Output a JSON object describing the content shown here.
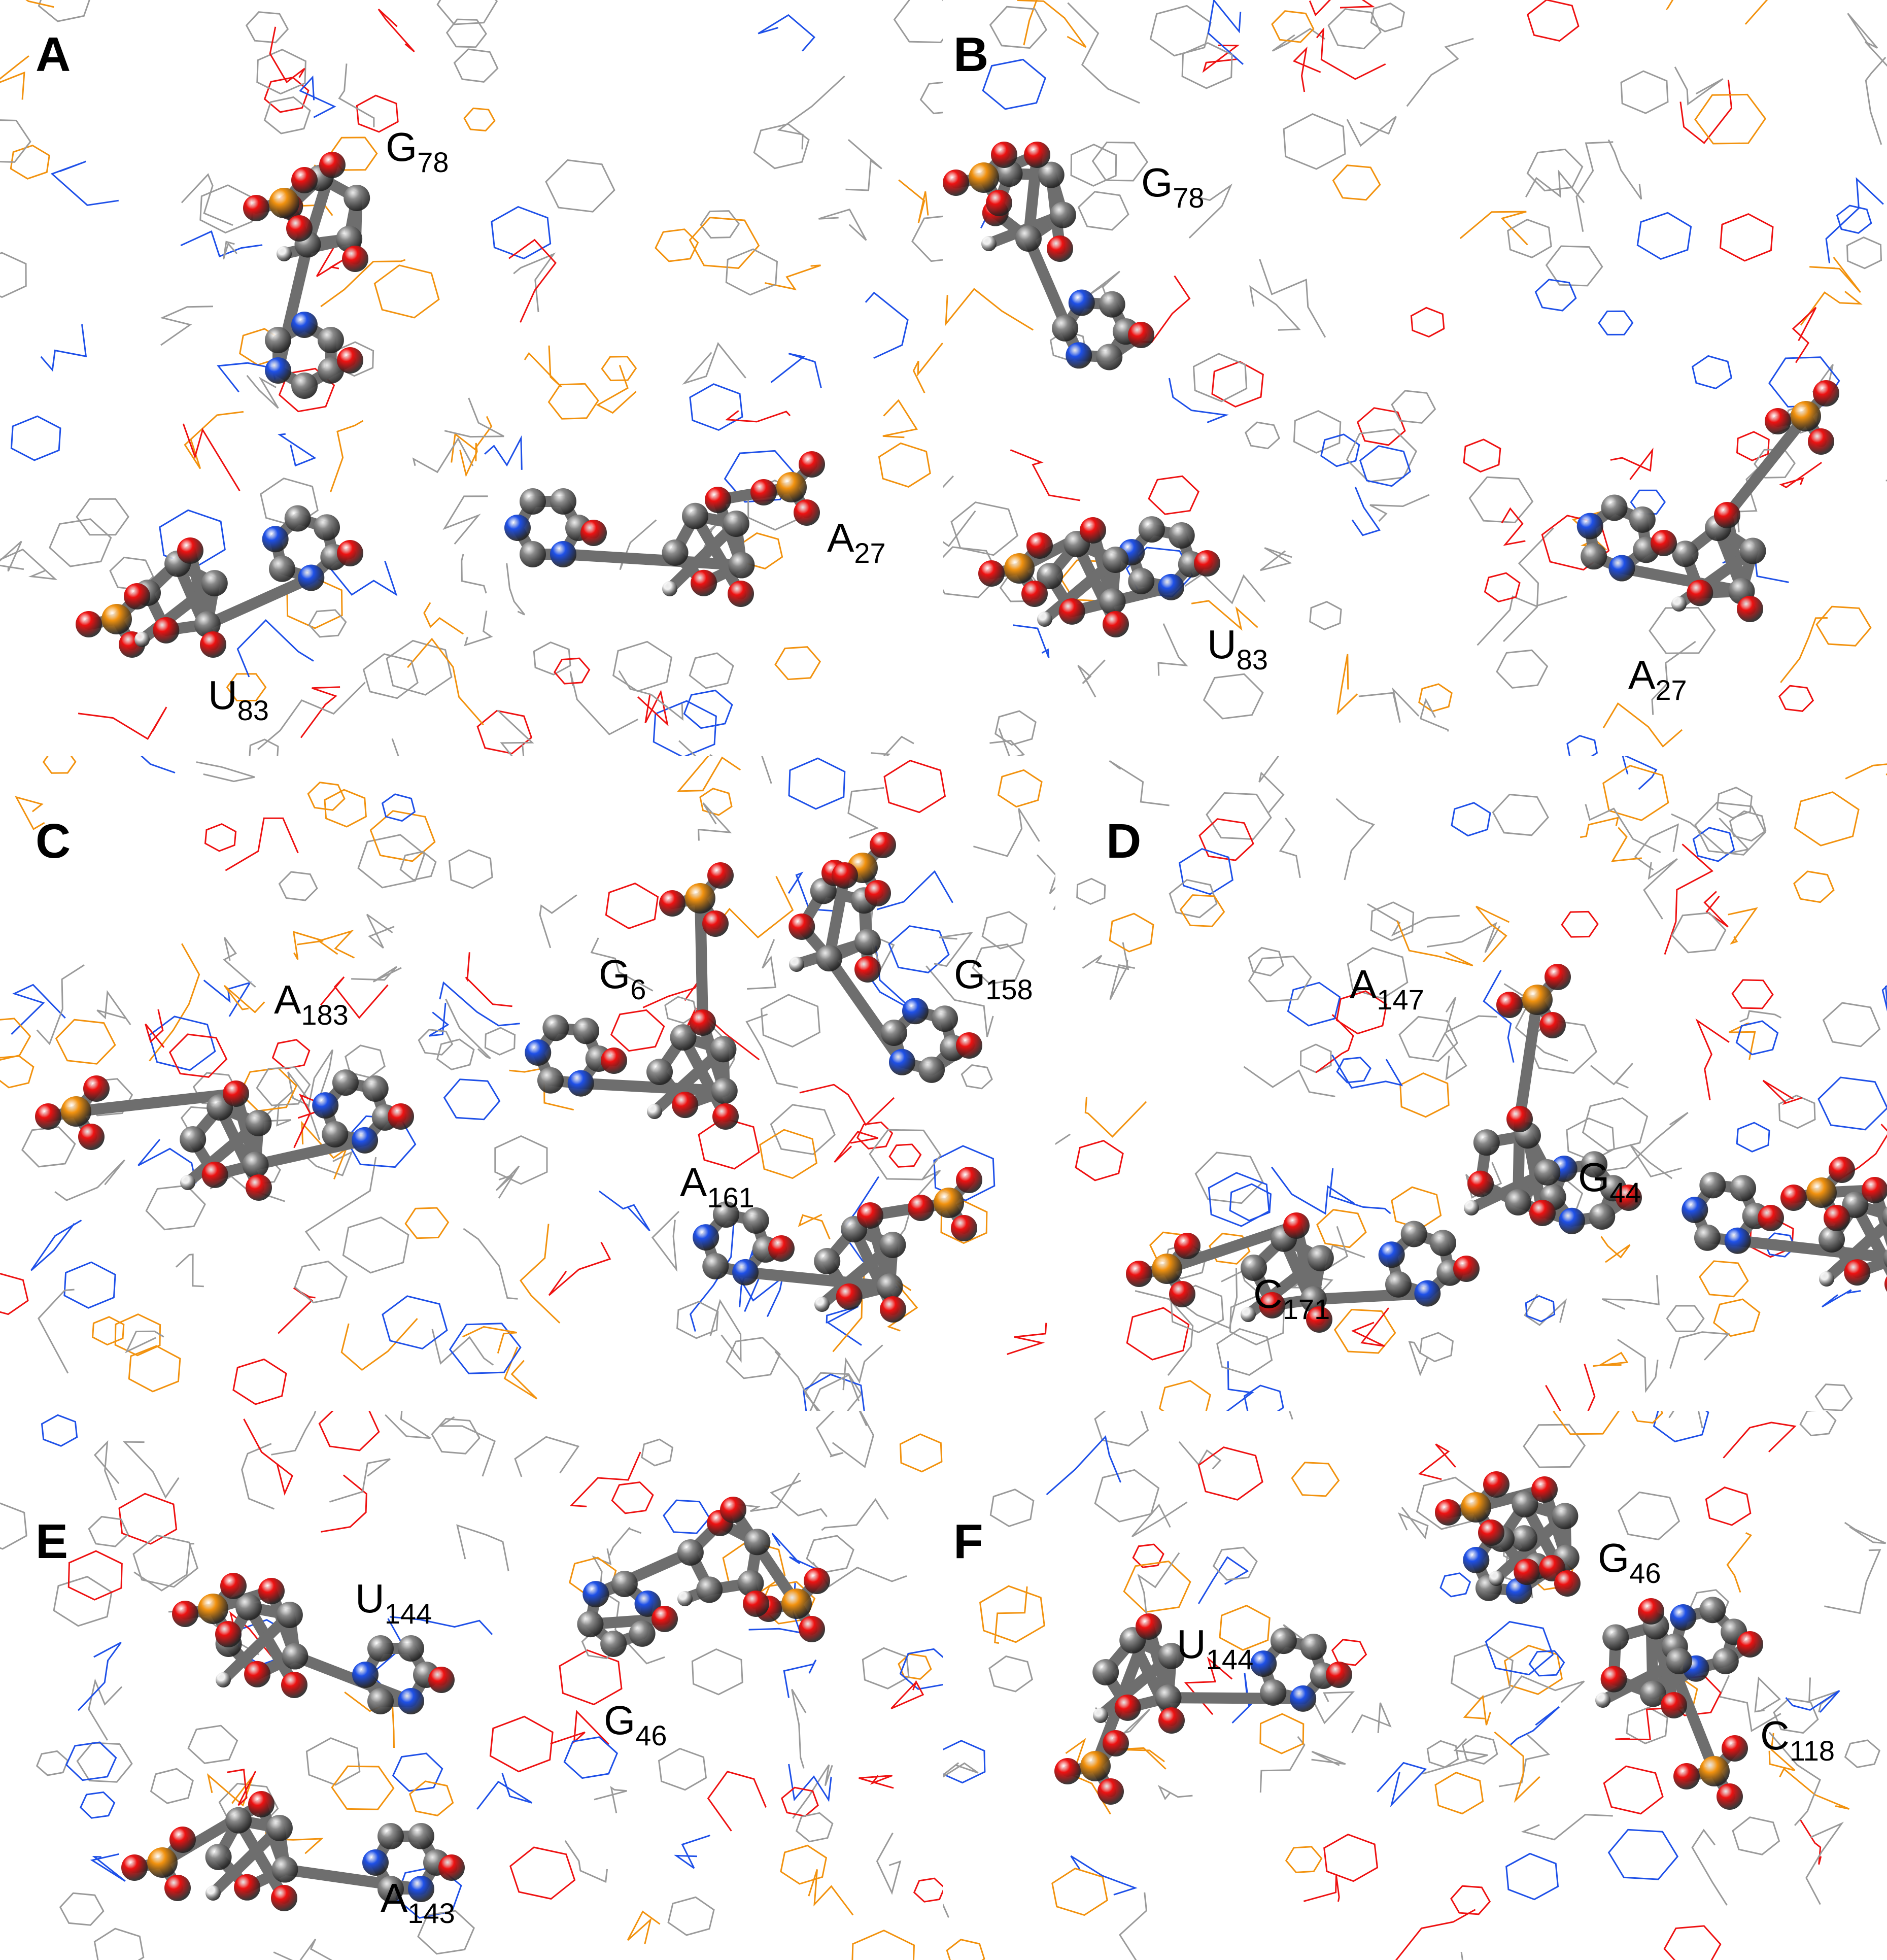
{
  "colors": {
    "carbon": "#8a8a8a",
    "oxygen": "#ee1111",
    "nitrogen": "#1e50e8",
    "phosphorus": "#f2920e",
    "hydrogen": "#f0f0f0",
    "wire_grey": "#9a9a9a"
  },
  "panels": [
    {
      "letter": "A",
      "residues": [
        {
          "base": "G",
          "num": "78"
        },
        {
          "base": "U",
          "num": "83"
        },
        {
          "base": "A",
          "num": "27"
        }
      ]
    },
    {
      "letter": "B",
      "residues": [
        {
          "base": "G",
          "num": "78"
        },
        {
          "base": "U",
          "num": "83"
        },
        {
          "base": "A",
          "num": "27"
        }
      ]
    },
    {
      "letter": "C",
      "residues": [
        {
          "base": "A",
          "num": "183"
        },
        {
          "base": "G",
          "num": "6"
        },
        {
          "base": "G",
          "num": "158"
        },
        {
          "base": "A",
          "num": "161"
        }
      ]
    },
    {
      "letter": "D",
      "residues": [
        {
          "base": "A",
          "num": "147"
        },
        {
          "base": "G",
          "num": "44"
        },
        {
          "base": "C",
          "num": "171"
        }
      ]
    },
    {
      "letter": "E",
      "residues": [
        {
          "base": "U",
          "num": "144"
        },
        {
          "base": "G",
          "num": "46"
        },
        {
          "base": "A",
          "num": "143"
        }
      ]
    },
    {
      "letter": "F",
      "residues": [
        {
          "base": "G",
          "num": "46"
        },
        {
          "base": "U",
          "num": "144"
        },
        {
          "base": "C",
          "num": "118"
        }
      ]
    }
  ]
}
